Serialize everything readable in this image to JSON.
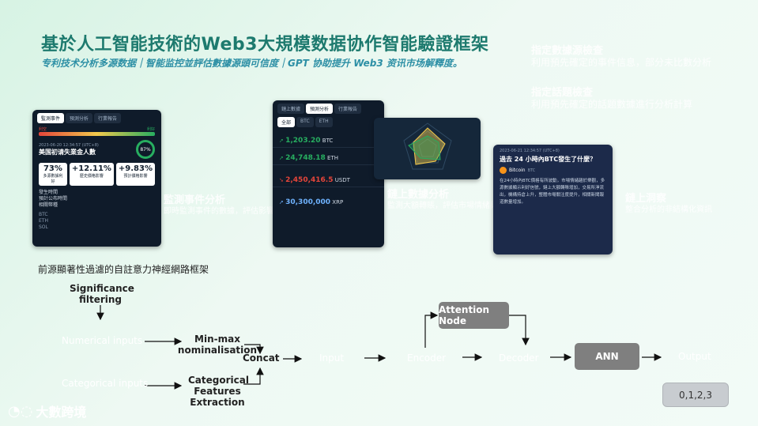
{
  "header": {
    "title": "基於人工智能技術的Web3大規模数据协作智能驗證框架",
    "subtitle": "专利技术分析多源数据｜智能监控並評估數據源頭可信度｜GPT 协助提升 Web3 资讯市场解釋度。"
  },
  "side_notes": [
    {
      "heading": "指定數據源檢查",
      "text": "利用預先確定的事件信息，部分未比數分析"
    },
    {
      "heading": "指定話題檢查",
      "text": "利用預先確定的話題數據進行分析計算"
    }
  ],
  "card_left": {
    "tabs": [
      "監測事件",
      "預測分析",
      "行業報告"
    ],
    "time": "2023-06-20 12:34:57 (UTC+8)",
    "headline": "美国初请失業金人數",
    "score": "87%",
    "bar_left": "利空",
    "bar_right": "利好",
    "kpis": [
      {
        "value": "73%",
        "label": "多源數據利好"
      },
      {
        "value": "+12.11%",
        "label": "歷史價格影響"
      },
      {
        "value": "+9.83%",
        "label": "預計價格影響"
      }
    ],
    "info": [
      "發生時間",
      "預計公布時間",
      "相關幣種"
    ],
    "rows": [
      "BTC",
      "ETH",
      "SOL"
    ]
  },
  "label_left": {
    "heading": "監測事件分析",
    "text": "即時監測事件的數據，評估影響程度"
  },
  "card_mid": {
    "tabs": [
      "鏈上數據",
      "預測分析",
      "行業報告"
    ],
    "filters": [
      "全部",
      "BTC",
      "ETH"
    ],
    "rows": [
      {
        "value": "1,203.20",
        "coin": "BTC",
        "trend": "up"
      },
      {
        "value": "24,748.18",
        "coin": "ETH",
        "trend": "up"
      },
      {
        "value": "2,450,416.5",
        "coin": "USDT",
        "trend": "down"
      },
      {
        "value": "30,300,000",
        "coin": "XRP",
        "trend": "up"
      }
    ]
  },
  "label_mid": {
    "heading": "鏈上數據分析",
    "text": "監測大額轉賬，評估市場情緒與資金流向"
  },
  "card_news": {
    "time": "2023-06-21 12:34:57 (UTC+8)",
    "question": "過去 24 小時內BTC發生了什麼？",
    "coin": "Bitcoin",
    "ticker": "BTC",
    "body": "在24小時內BTC價格有所波動，市場情緒趨於樂觀，多源數據顯示利好信號，鏈上大額轉賬增加，交易所淨流出，機構持倉上升，整體市場關注度提升，相關新聞報道數量增加。"
  },
  "label_news": {
    "heading": "鏈上洞察",
    "text": "整合分析的非結構化資訊"
  },
  "diagram": {
    "caption": "前源顯著性過濾的自註意力神經網路框架",
    "significance": "Significance filtering",
    "numerical": "Numerical inputs",
    "categorical": "Categorical inputs",
    "minmax": "Min-max nominalisation",
    "catfeat": "Categorical Features Extraction",
    "concat": "Concat",
    "input": "Input",
    "encoder": "Encoder",
    "attention": "Attention Node",
    "decoder": "Decoder",
    "ann": "ANN",
    "output": "Output",
    "classes": "0,1,2,3"
  },
  "logo": {
    "text": "大數跨境"
  }
}
